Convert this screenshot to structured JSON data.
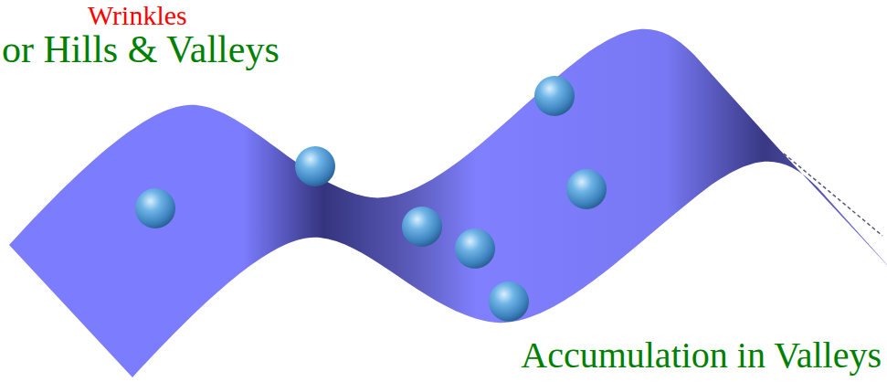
{
  "diagram": {
    "labels": [
      "Wrinkles",
      "or Hills & Valleys",
      "Accumulation in Valleys"
    ]
  }
}
